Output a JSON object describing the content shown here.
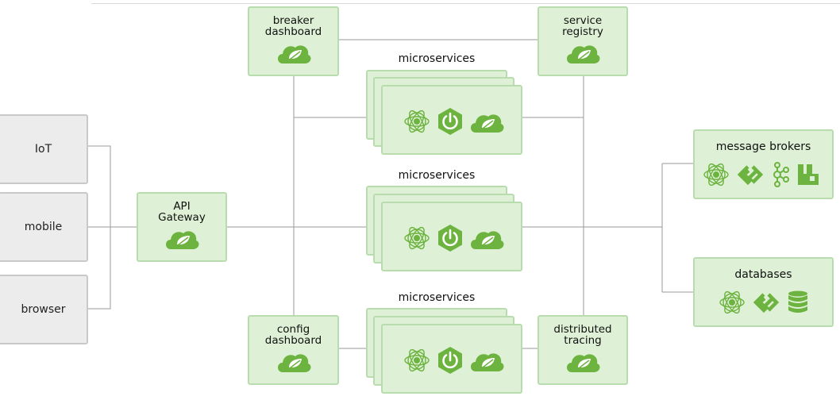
{
  "clients": {
    "iot": "IoT",
    "mobile": "mobile",
    "browser": "browser"
  },
  "gateway": {
    "line1": "API",
    "line2": "Gateway"
  },
  "breaker": {
    "line1": "breaker",
    "line2": "dashboard"
  },
  "registry": {
    "line1": "service",
    "line2": "registry"
  },
  "config": {
    "line1": "config",
    "line2": "dashboard"
  },
  "tracing": {
    "line1": "distributed",
    "line2": "tracing"
  },
  "microservices": [
    "microservices",
    "microservices",
    "microservices"
  ],
  "brokers": {
    "title": "message brokers"
  },
  "databases": {
    "title": "databases"
  },
  "icons": {
    "spring_cloud": "spring-cloud-leaf-icon",
    "reactor": "reactor-atom-icon",
    "boot": "spring-boot-power-icon",
    "integration": "spring-integration-icon",
    "kafka": "kafka-icon",
    "rabbitmq": "rabbitmq-icon",
    "database": "database-stack-icon"
  },
  "colors": {
    "box_fill": "#def1d6",
    "box_border": "#b9dcae",
    "icon_green": "#6db33f",
    "client_fill": "#ececec",
    "line": "#9a9a9a"
  }
}
